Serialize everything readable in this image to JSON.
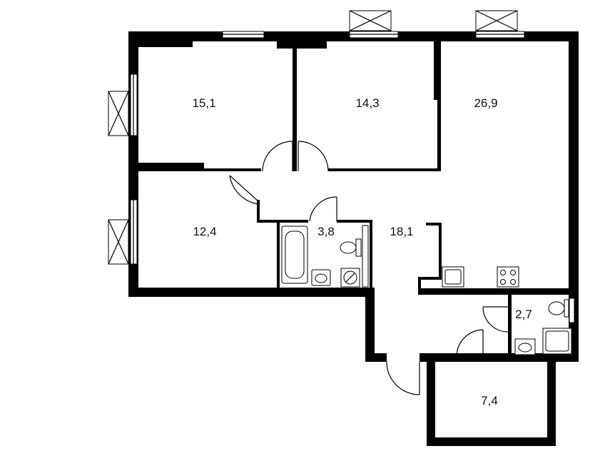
{
  "colors": {
    "wall": "#000000",
    "background": "#ffffff",
    "text": "#111111"
  },
  "rooms": [
    {
      "id": "bedroom-1",
      "area": "15,1"
    },
    {
      "id": "bedroom-2",
      "area": "14,3"
    },
    {
      "id": "kitchen-living",
      "area": "26,9"
    },
    {
      "id": "bedroom-3",
      "area": "12,4"
    },
    {
      "id": "bathroom",
      "area": "3,8"
    },
    {
      "id": "hallway",
      "area": "18,1"
    },
    {
      "id": "wc",
      "area": "2,7"
    },
    {
      "id": "storage",
      "area": "7,4"
    }
  ],
  "icons": [
    "door-swing-icon",
    "window-icon",
    "bathtub-icon",
    "toilet-icon",
    "sink-icon",
    "washing-machine-icon",
    "stove-icon",
    "shower-icon"
  ]
}
